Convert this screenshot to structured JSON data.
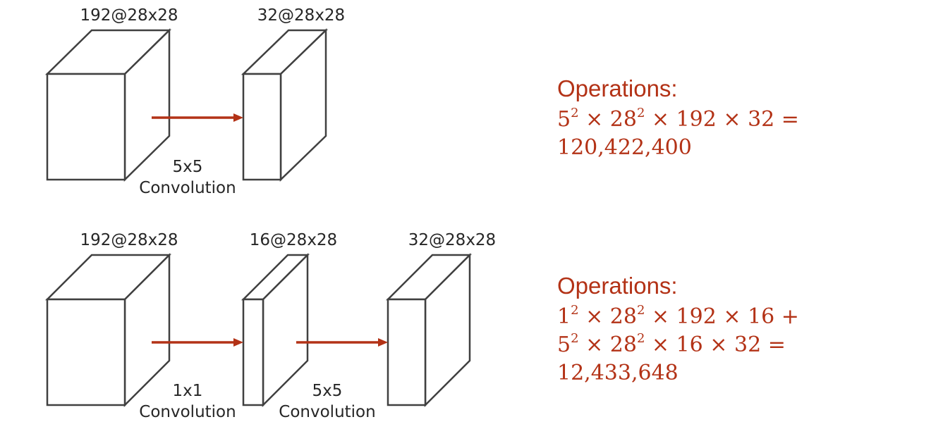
{
  "top": {
    "input_label": "192@28x28",
    "output_label": "32@28x28",
    "conv_size": "5x5",
    "conv_word": "Convolution",
    "ops_title": "Operations:",
    "ops_line1": {
      "a": "5",
      "a_exp": "2",
      "b": " × 28",
      "b_exp": "2",
      "rest": " × 192 × 32 ="
    },
    "ops_result": "120,422,400"
  },
  "bottom": {
    "input_label": "192@28x28",
    "middle_label": "16@28x28",
    "output_label": "32@28x28",
    "conv1_size": "1x1",
    "conv1_word": "Convolution",
    "conv2_size": "5x5",
    "conv2_word": "Convolution",
    "ops_title": "Operations:",
    "ops_line1": {
      "a": "1",
      "a_exp": "2",
      "b": " × 28",
      "b_exp": "2",
      "rest": " × 192 × 16 +"
    },
    "ops_line2": {
      "a": "5",
      "a_exp": "2",
      "b": " × 28",
      "b_exp": "2",
      "rest": " × 16 × 32 ="
    },
    "ops_result": "12,433,648"
  },
  "colors": {
    "accent": "#b33216",
    "box_stroke": "#404040",
    "label_text": "#262626"
  }
}
